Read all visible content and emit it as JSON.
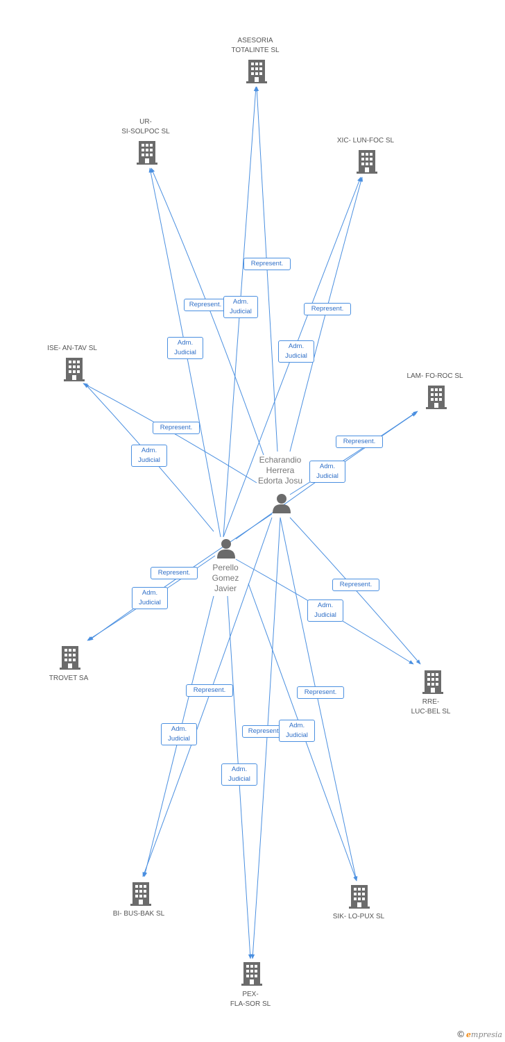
{
  "colors": {
    "edge": "#4a8fe0",
    "icon": "#6b6b6b",
    "label": "#555555",
    "box_text": "#2f6fc7"
  },
  "companies": {
    "asesoria": [
      "ASESORIA",
      "TOTALINTE SL"
    ],
    "ursi": [
      "UR-",
      "SI-SOLPOC SL"
    ],
    "xic": [
      "XIC- LUN-FOC SL"
    ],
    "ise": [
      "ISE- AN-TAV SL"
    ],
    "lam": [
      "LAM- FO-ROC SL"
    ],
    "trovet": [
      "TROVET SA"
    ],
    "rre": [
      "RRE-",
      "LUC-BEL SL"
    ],
    "bibus": [
      "BI- BUS-BAK SL"
    ],
    "sik": [
      "SIK- LO-PUX SL"
    ],
    "pex": [
      "PEX-",
      "FLA-SOR SL"
    ]
  },
  "persons": {
    "echarandio": [
      "Echarandio",
      "Herrera",
      "Edorta Josu"
    ],
    "perello": [
      "Perello",
      "Gomez",
      "Javier"
    ]
  },
  "edge_labels": {
    "represent": "Represent.",
    "adm": [
      "Adm.",
      "Judicial"
    ]
  },
  "footer": {
    "copyright": "©",
    "brand_initial": "e",
    "brand_rest": "mpresia"
  }
}
